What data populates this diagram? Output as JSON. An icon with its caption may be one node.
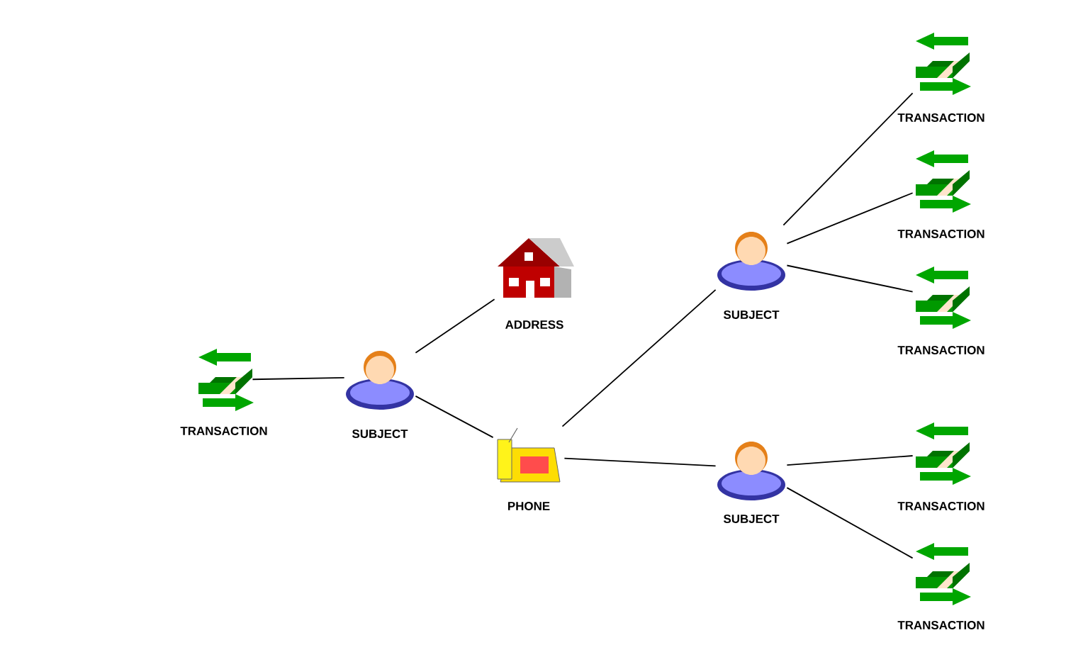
{
  "diagram": {
    "nodes": [
      {
        "text": [
          "TRANSACTION"
        ]
      },
      {
        "text": [
          "SUBJECT"
        ]
      },
      {
        "text": [
          "ADDRESS"
        ]
      },
      {
        "text": [
          "PHONE"
        ]
      },
      {
        "text": [
          "SUBJECT"
        ]
      },
      {
        "text": [
          "SUBJECT"
        ]
      },
      {
        "text": [
          "TRANSACTION"
        ]
      },
      {
        "text": [
          "TRANSACTION"
        ]
      },
      {
        "text": [
          "TRANSACTION"
        ]
      },
      {
        "text": [
          "TRANSACTION"
        ]
      },
      {
        "text": [
          "TRANSACTION"
        ]
      }
    ],
    "edges": [
      {
        "from": 0,
        "to": 1,
        "arrow": "none"
      },
      {
        "from": 1,
        "to": 2,
        "arrow": "none"
      },
      {
        "from": 1,
        "to": 3,
        "arrow": "none"
      },
      {
        "from": 3,
        "to": 4,
        "arrow": "none"
      },
      {
        "from": 3,
        "to": 5,
        "arrow": "none"
      },
      {
        "from": 4,
        "to": 6,
        "arrow": "none"
      },
      {
        "from": 4,
        "to": 7,
        "arrow": "none"
      },
      {
        "from": 4,
        "to": 8,
        "arrow": "none"
      },
      {
        "from": 5,
        "to": 9,
        "arrow": "none"
      },
      {
        "from": 5,
        "to": 10,
        "arrow": "none"
      }
    ]
  }
}
